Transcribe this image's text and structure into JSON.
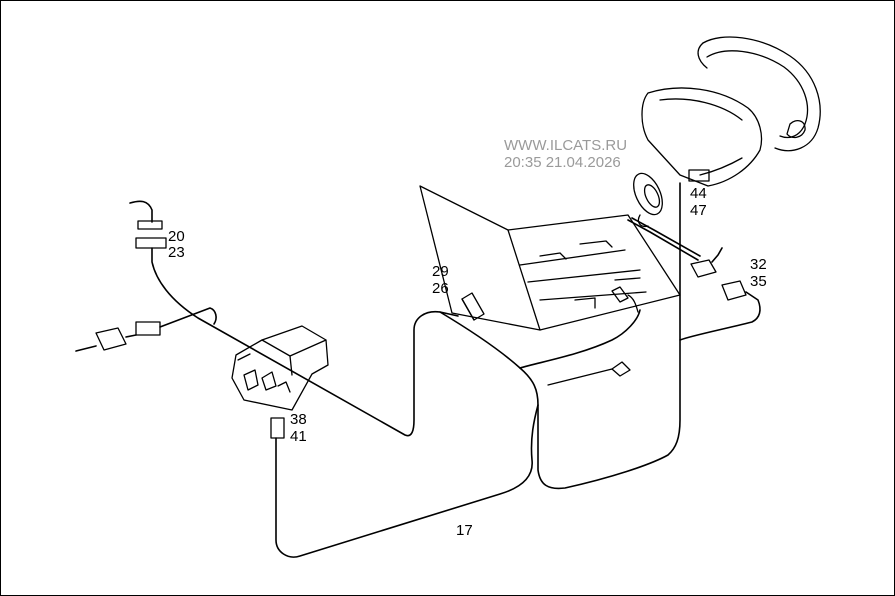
{
  "watermark": {
    "line1": "WWW.ILCATS.RU",
    "line2": "20:35 21.04.2026"
  },
  "callouts": {
    "c20": "20",
    "c23": "23",
    "c29": "29",
    "c26": "26",
    "c44": "44",
    "c47": "47",
    "c32": "32",
    "c35": "35",
    "c38": "38",
    "c41": "41",
    "c17": "17"
  },
  "colors": {
    "line": "#000000",
    "watermark": "#9a9a9a",
    "background": "#ffffff"
  }
}
